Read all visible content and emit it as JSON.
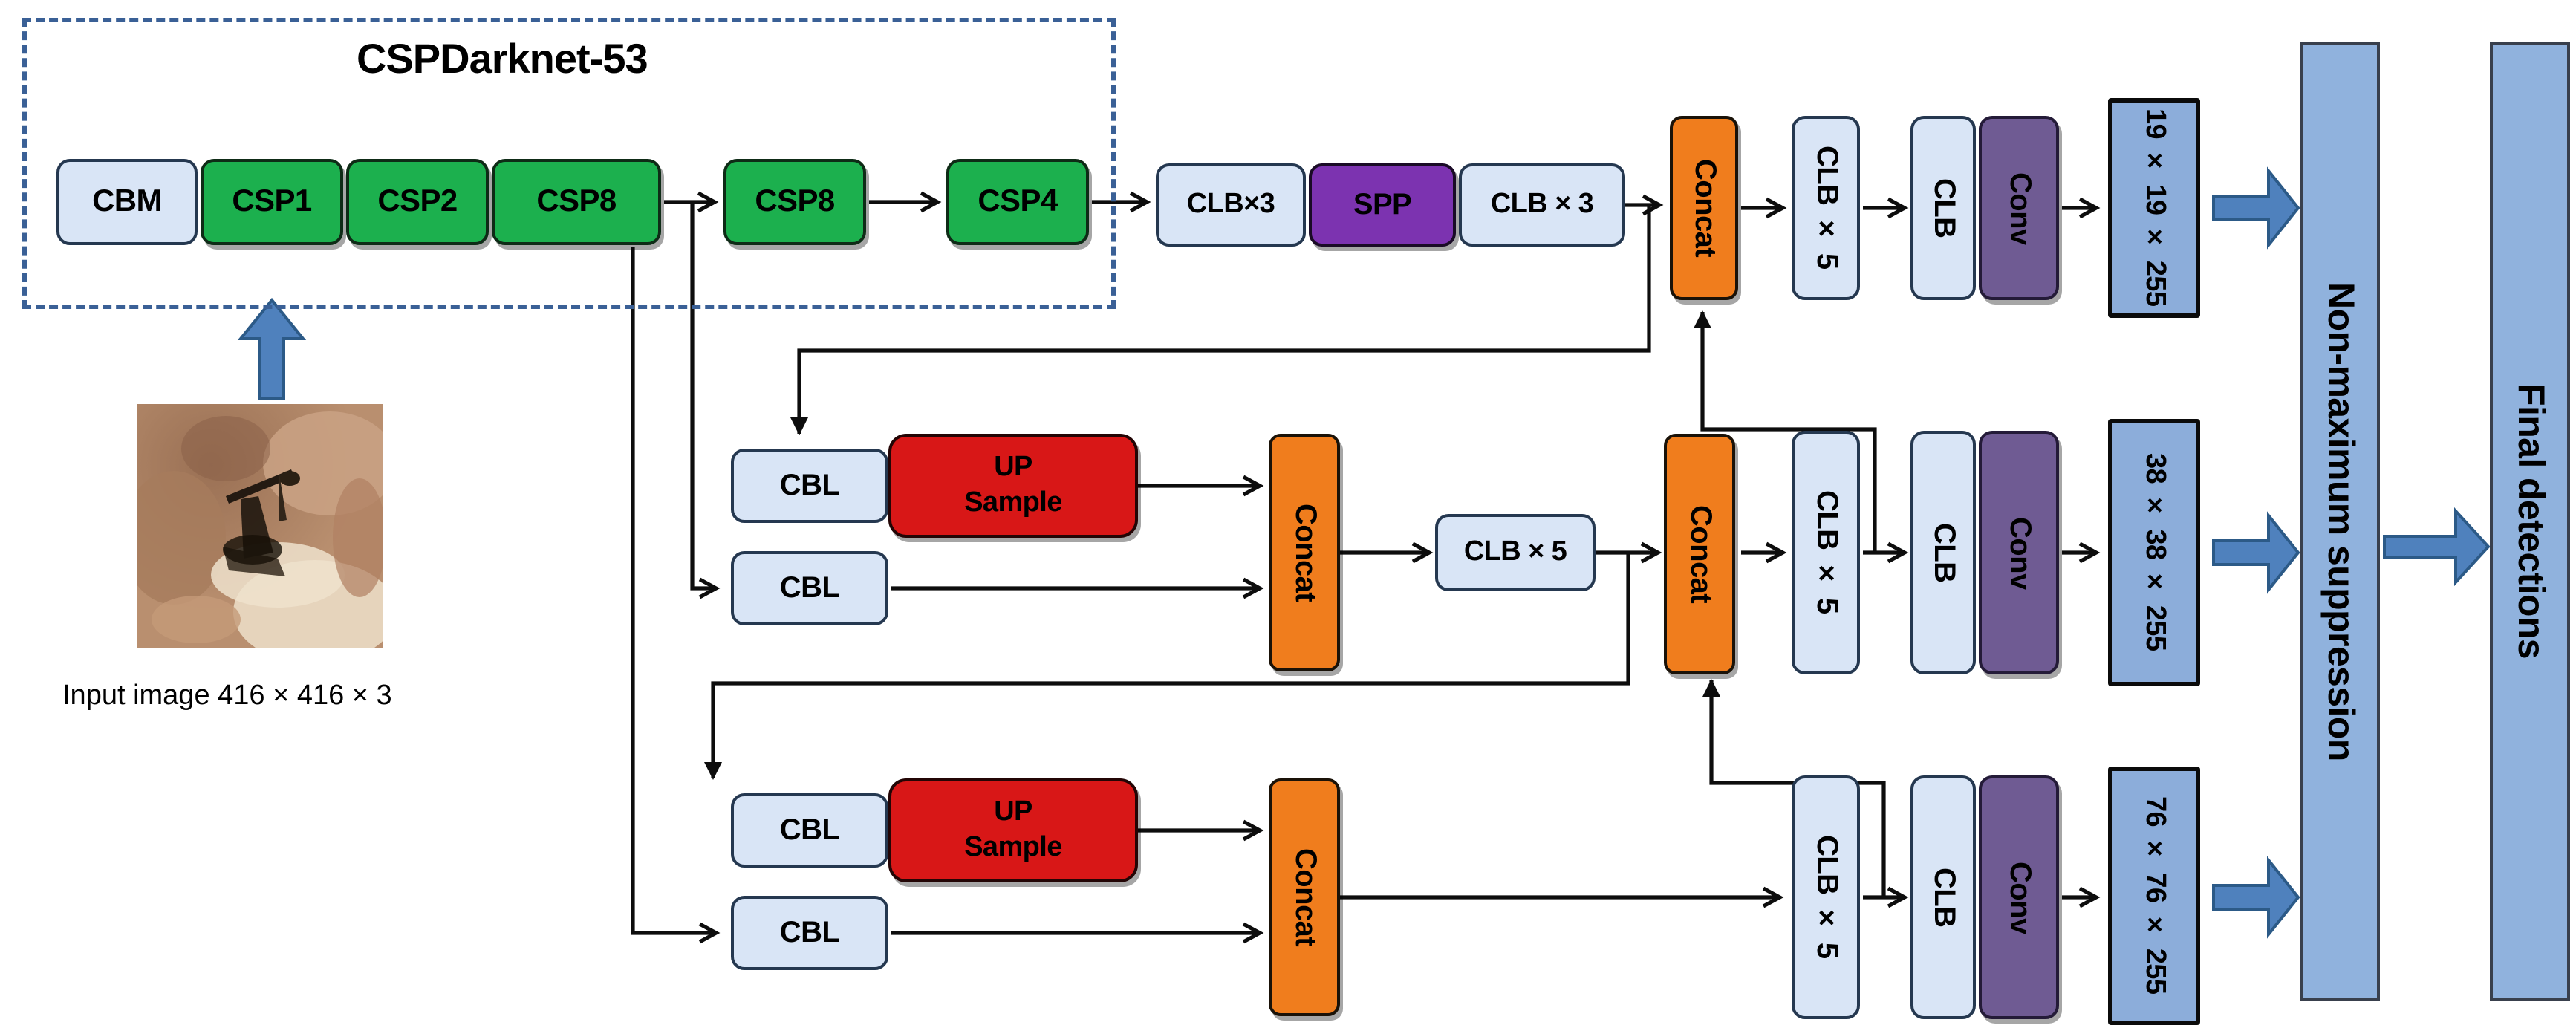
{
  "backbone": {
    "title": "CSPDarknet-53",
    "blocks": [
      "CBM",
      "CSP1",
      "CSP2",
      "CSP8",
      "CSP8",
      "CSP4"
    ]
  },
  "labels": {
    "clb3_tight": "CLB×3",
    "spp": "SPP",
    "clb3_spaced": "CLB × 3",
    "concat": "Concat",
    "clb5": "CLB × 5",
    "clb": "CLB",
    "conv": "Conv",
    "cbl": "CBL",
    "up": "UP",
    "sample": "Sample"
  },
  "outputs": {
    "scale1": "19 × 19 × 255",
    "scale2": "38 × 38 × 255",
    "scale3": "76 × 76 × 255"
  },
  "post": {
    "nms": "Non-maximum suppression",
    "final": "Final detections"
  },
  "input": {
    "caption": "Input image  416 × 416 × 3"
  },
  "colors": {
    "light_blue_block": "#d9e5f6",
    "csp_green": "#1cb04e",
    "spp_purple": "#7c33b0",
    "concat_orange": "#f07d1d",
    "upsample_red": "#d81717",
    "conv_purple": "#6f5b93",
    "output_blue": "#8cadda",
    "column_blue": "#90b2dd",
    "big_arrow_blue": "#4f81bd",
    "dashed_border": "#3a6096",
    "wire_black": "#0d0d0d"
  }
}
